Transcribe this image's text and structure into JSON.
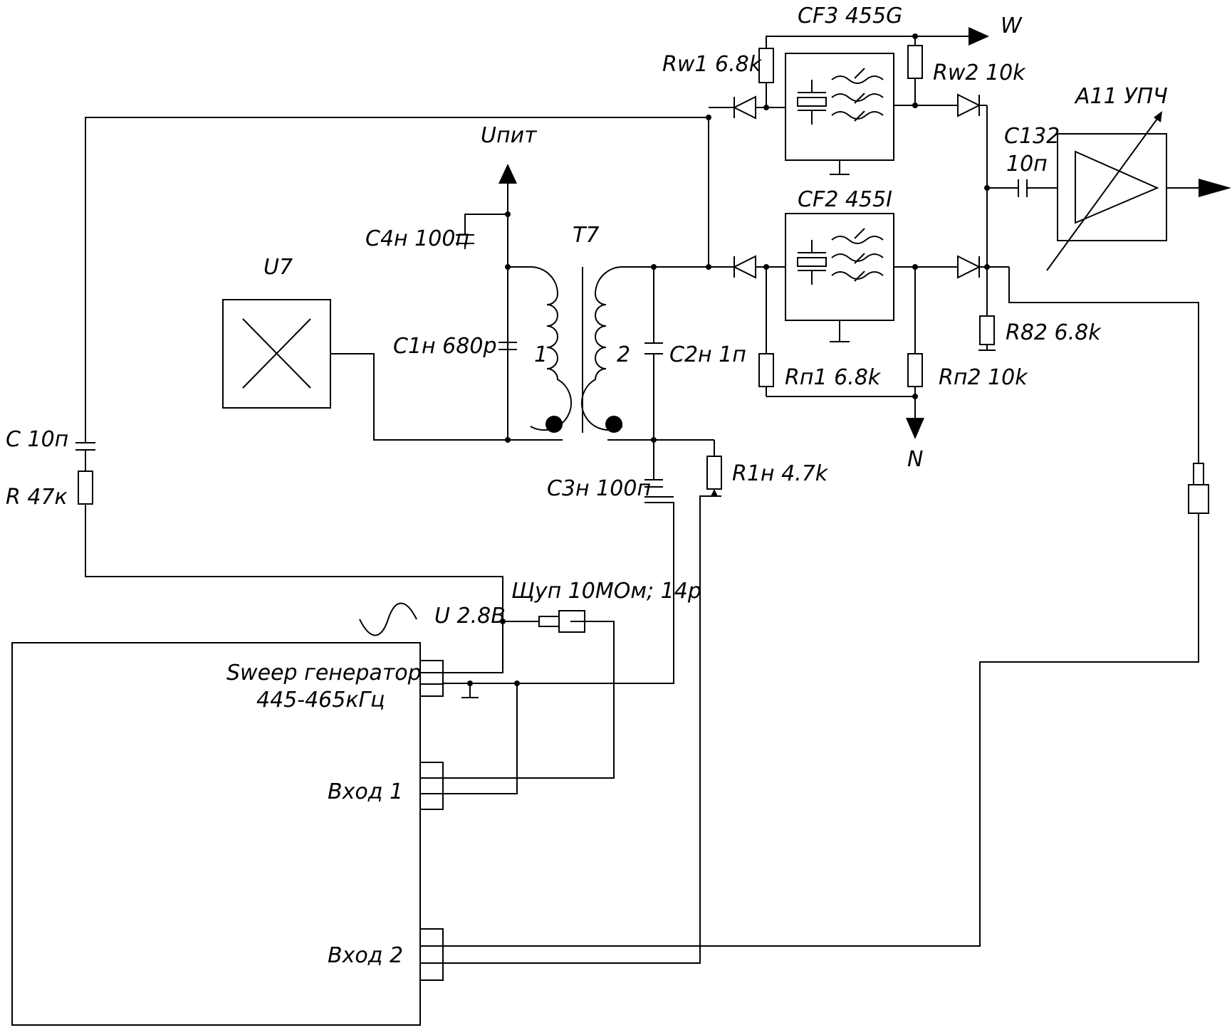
{
  "labels": {
    "cf3": "CF3 455G",
    "out_w": "W",
    "rw1": "Rw1 6.8k",
    "rw2": "Rw2 10k",
    "a11": "A11 УПЧ",
    "c132a": "C132",
    "c132b": "10п",
    "unit": "Uпит",
    "cf2": "CF2 455I",
    "c4n": "C4н 100п",
    "t7": "T7",
    "u7": "U7",
    "c1n": "C1н 680p",
    "w1": "1",
    "w2": "2",
    "c2n": "C2н 1п",
    "r82": "R82 6.8k",
    "rn1": "Rп1 6.8k",
    "rn2": "Rп2 10k",
    "out_n": "N",
    "c3n": "C3н 100п",
    "r1n": "R1н 4.7k",
    "c10": "C 10п",
    "r47": "R 47к",
    "probe": "Щуп 10МОм; 14р",
    "u28": "U 2.8B",
    "sweep1": "Sweep генератор",
    "sweep2": "445-465кГц",
    "in1": "Вход 1",
    "in2": "Вход 2"
  }
}
